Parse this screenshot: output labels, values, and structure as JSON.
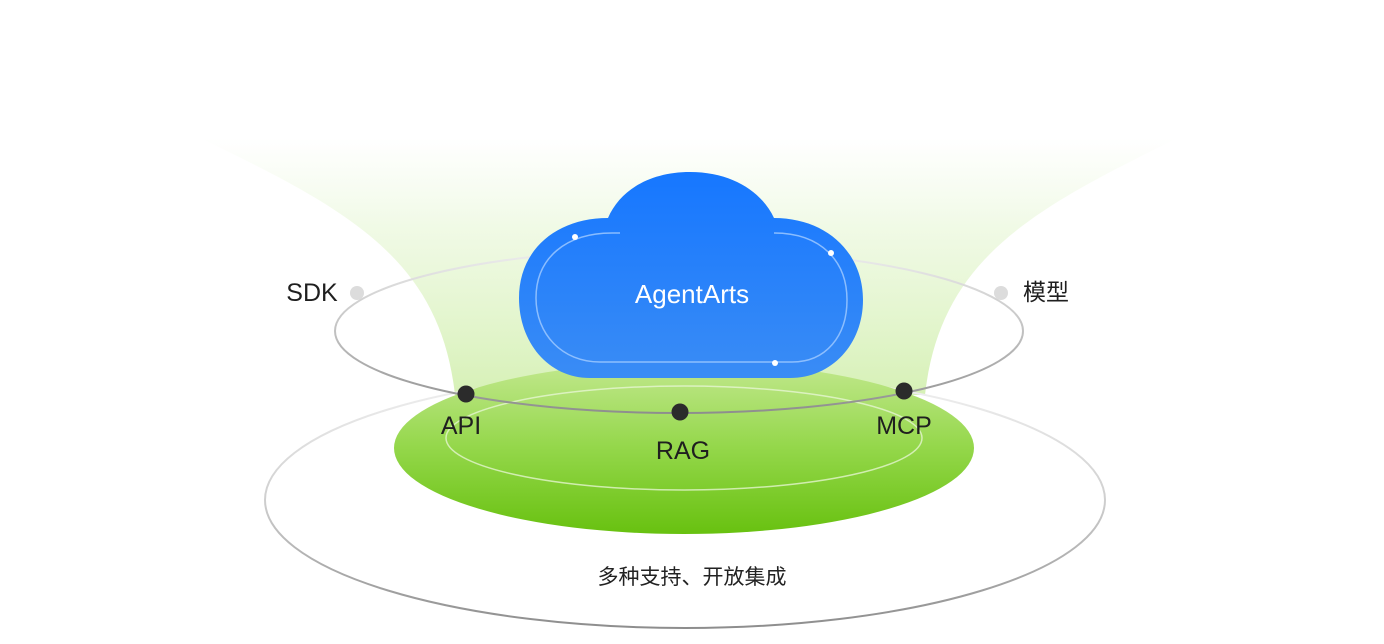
{
  "center": {
    "title": "AgentArts"
  },
  "nodes": [
    {
      "id": "sdk",
      "label": "SDK",
      "active": false
    },
    {
      "id": "model",
      "label": "模型",
      "active": false
    },
    {
      "id": "api",
      "label": "API",
      "active": true
    },
    {
      "id": "rag",
      "label": "RAG",
      "active": true
    },
    {
      "id": "mcp",
      "label": "MCP",
      "active": true
    }
  ],
  "caption": "多种支持、开放集成",
  "colors": {
    "cloud": "#2a7ff7",
    "platform": "#7fd13a",
    "active_dot": "#2b2b2b",
    "inactive_dot": "#d9d9d9",
    "orbit": "#9a9a9a"
  }
}
